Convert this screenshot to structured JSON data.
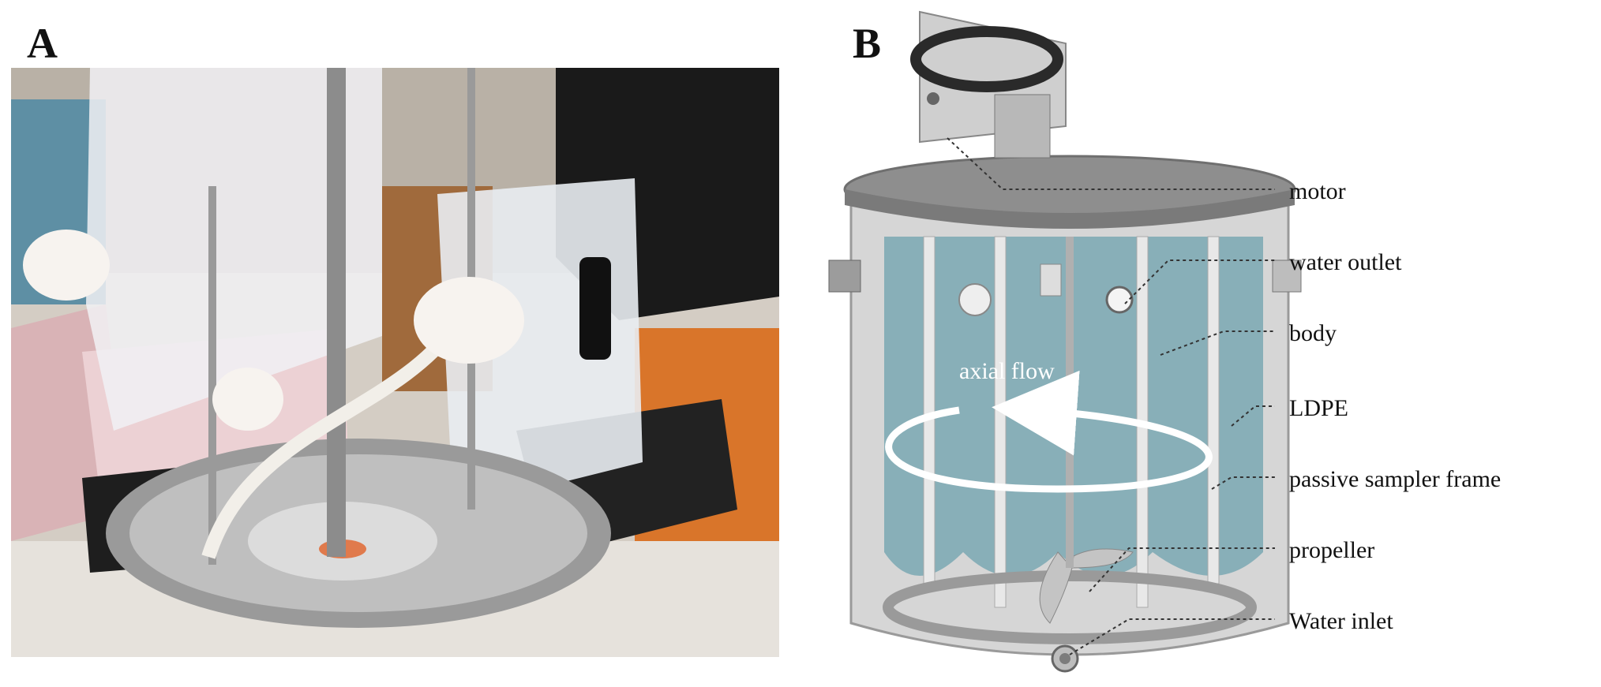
{
  "panels": {
    "a": {
      "letter": "A"
    },
    "b": {
      "letter": "B"
    }
  },
  "diagram": {
    "flow_label": "axial flow",
    "callouts": [
      {
        "id": "motor",
        "label": "motor"
      },
      {
        "id": "water-outlet",
        "label": "water outlet"
      },
      {
        "id": "body",
        "label": "body"
      },
      {
        "id": "ldpe",
        "label": "LDPE"
      },
      {
        "id": "passive-sampler-frame",
        "label": "passive sampler frame"
      },
      {
        "id": "propeller",
        "label": "propeller"
      },
      {
        "id": "water-inlet",
        "label": "Water inlet"
      }
    ]
  },
  "colors": {
    "ldpe_fill": "#7aa8b3",
    "body_gray": "#c9c9c9",
    "lid_gray": "#8e8e8e",
    "photo_background": "#cfc7bd"
  }
}
